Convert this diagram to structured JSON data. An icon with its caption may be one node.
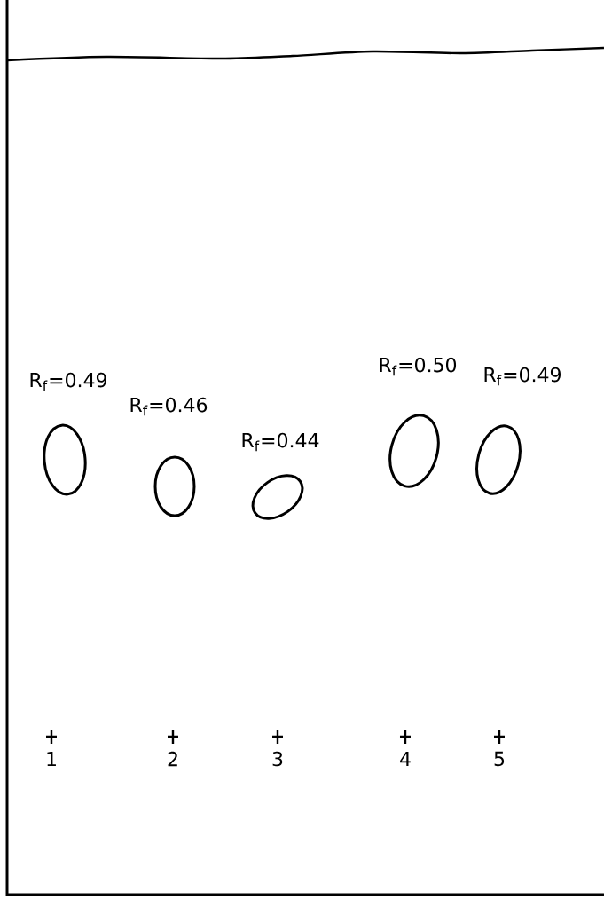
{
  "diagram": {
    "nodes": [
      {
        "text": [],
        "shape": "circle",
        "beside": [
          "R$_{f}$=0.49"
        ]
      },
      {
        "text": [],
        "shape": "circle",
        "beside": [
          "R$_{f}$=0.46"
        ]
      },
      {
        "text": [],
        "shape": "circle",
        "beside": [
          "R$_{f}$=0.44"
        ]
      },
      {
        "text": [],
        "shape": "circle",
        "beside": [
          "R$_{f}$=0.50"
        ]
      },
      {
        "text": [],
        "shape": "circle",
        "beside": [
          "R$_{f}$=0.49"
        ]
      }
    ],
    "labels": [
      "1",
      "2",
      "3",
      "4",
      "5"
    ]
  }
}
